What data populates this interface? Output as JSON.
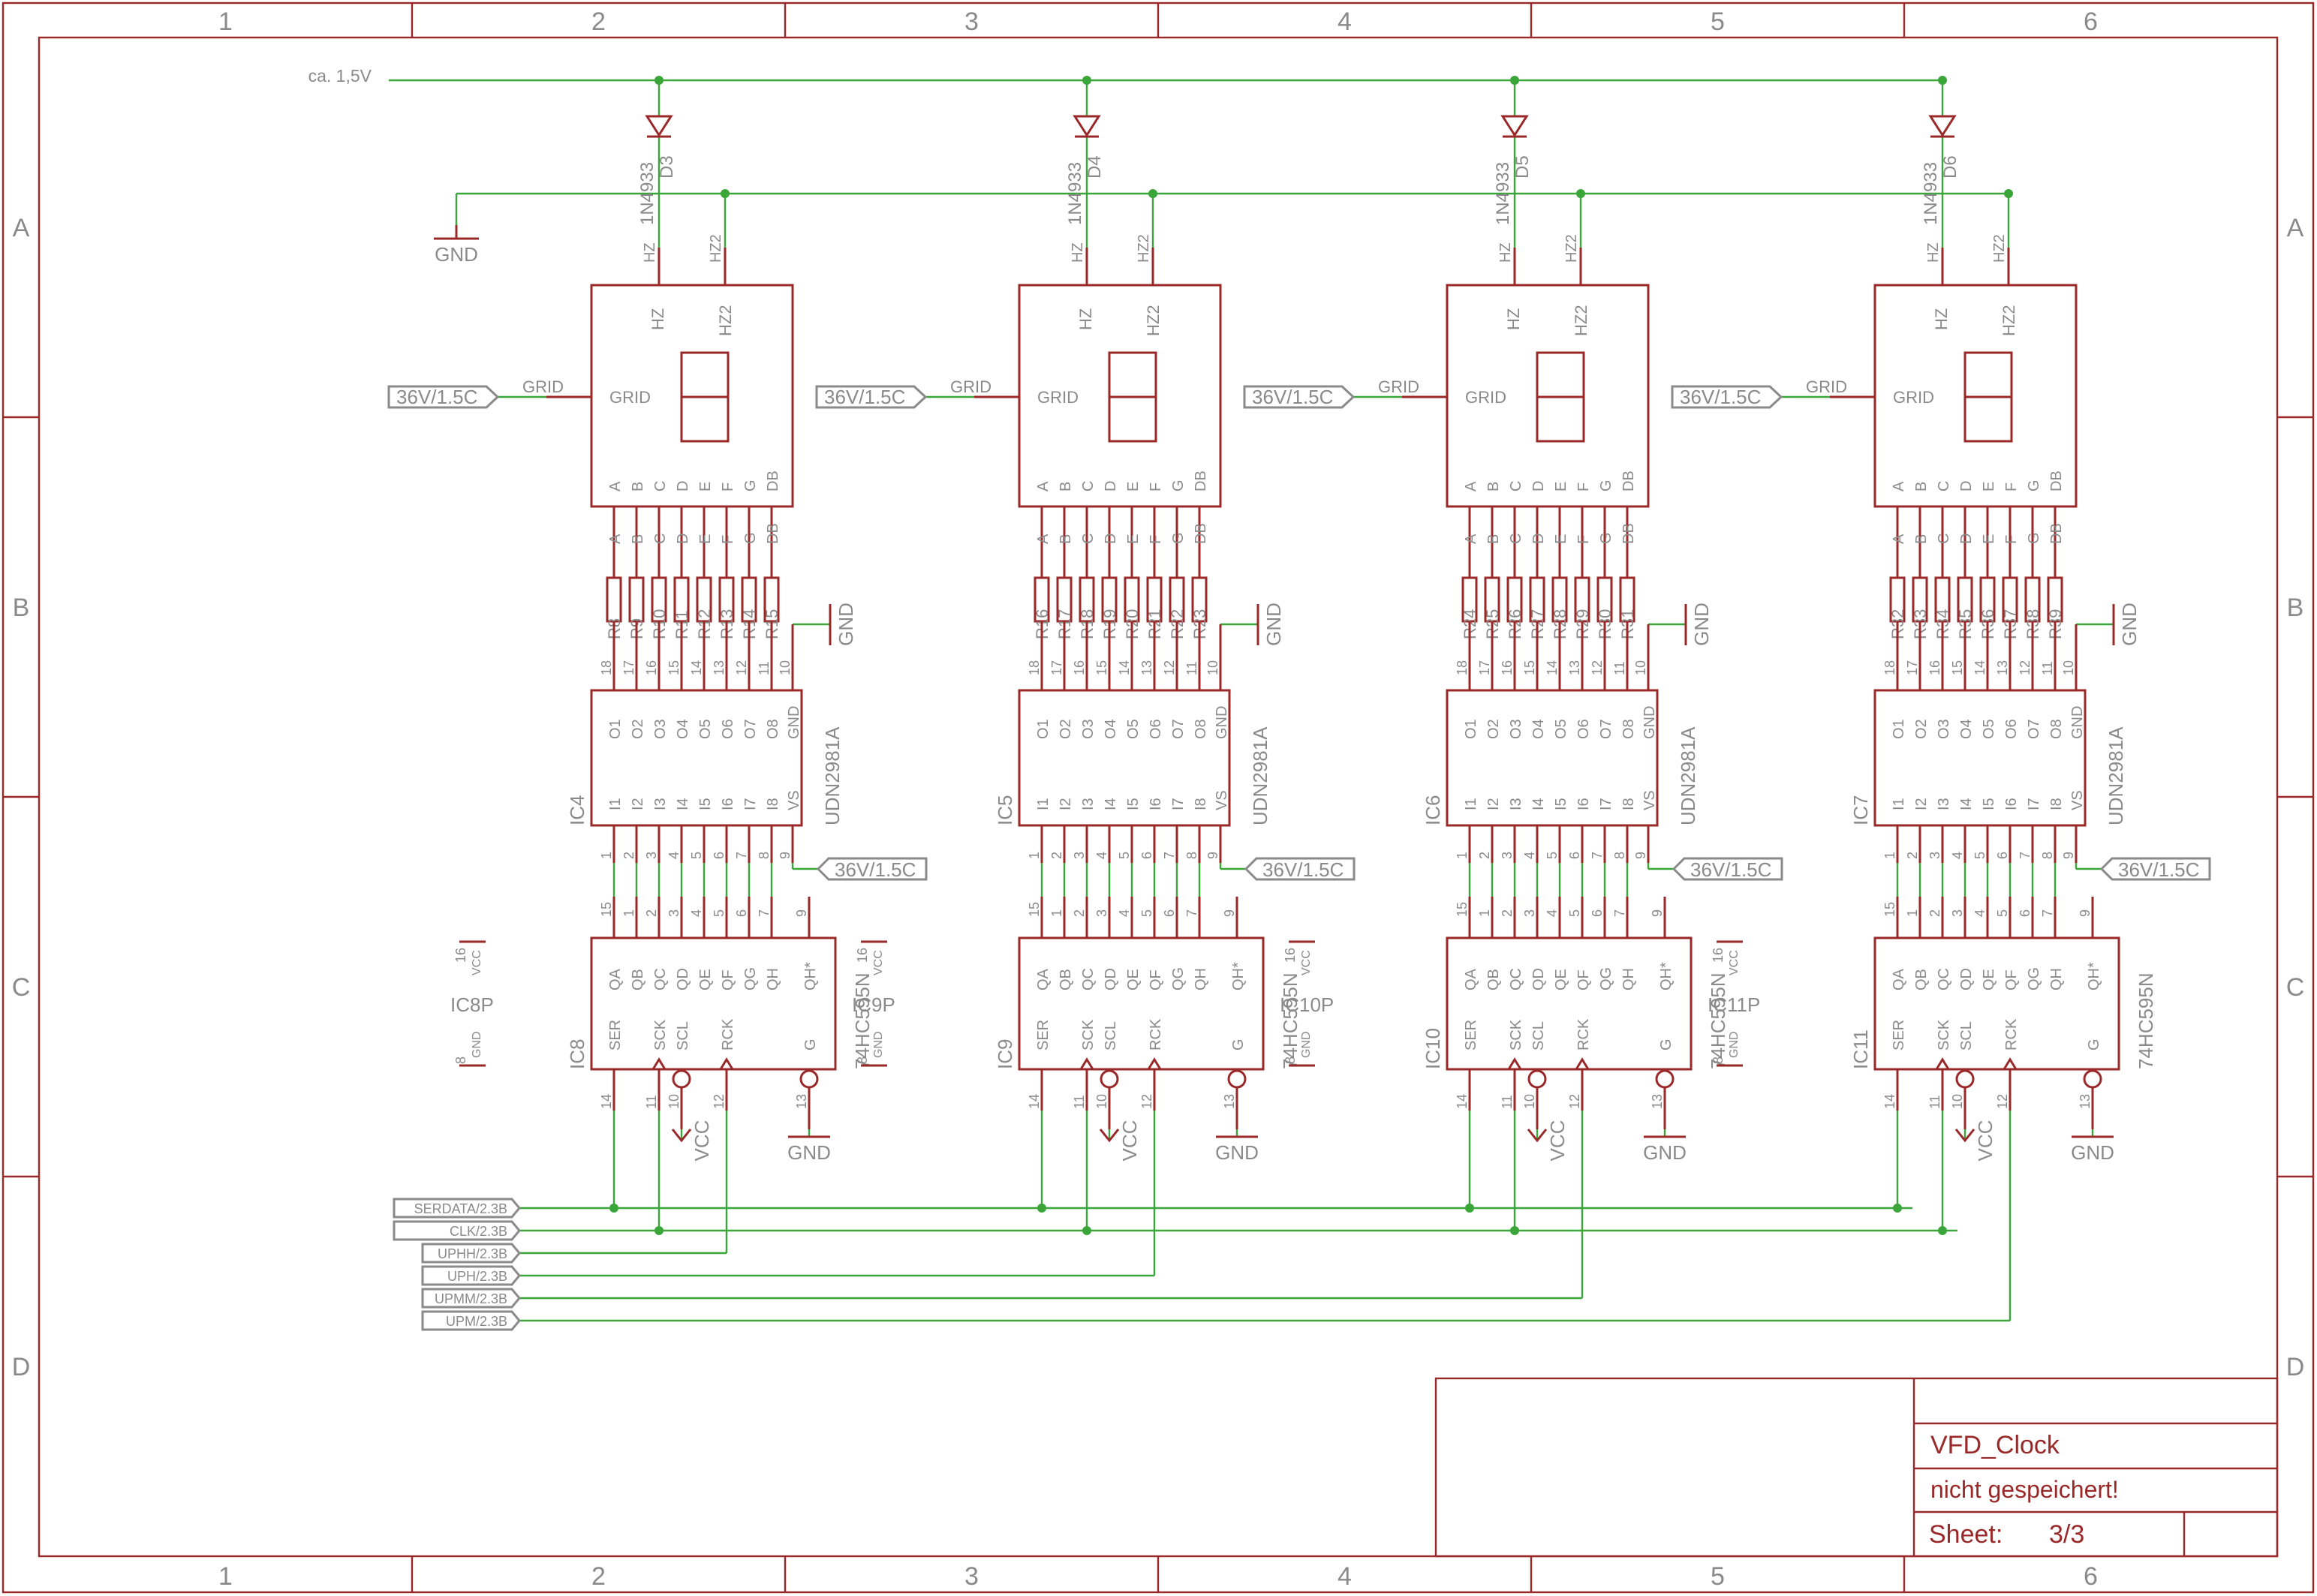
{
  "colors": {
    "symbol": "#9b2828",
    "net": "#3aa63a",
    "text": "#8a8a8a",
    "background": "#ffffff"
  },
  "frame": {
    "cols": [
      "1",
      "2",
      "3",
      "4",
      "5",
      "6"
    ],
    "rows": [
      "A",
      "B",
      "C",
      "D"
    ]
  },
  "supply_label": "ca. 1,5V",
  "gnd": "GND",
  "vcc": "VCC",
  "grid_label": "36V/1.5C",
  "grid_net": "GRID",
  "pin_grid": "GRID",
  "pin_hz": "HZ",
  "pin_hz2": "HZ2",
  "diode_value": "1N4933",
  "display_pins": [
    "A",
    "B",
    "C",
    "D",
    "E",
    "F",
    "G",
    "DB"
  ],
  "udn_value": "UDN2981A",
  "udn_out_names": [
    "O1",
    "O2",
    "O3",
    "O4",
    "O5",
    "O6",
    "O7",
    "O8",
    "GND"
  ],
  "udn_out_nums": [
    "18",
    "17",
    "16",
    "15",
    "14",
    "13",
    "12",
    "11",
    "10"
  ],
  "udn_in_names": [
    "I1",
    "I2",
    "I3",
    "I4",
    "I5",
    "I6",
    "I7",
    "I8",
    "VS"
  ],
  "udn_in_nums": [
    "1",
    "2",
    "3",
    "4",
    "5",
    "6",
    "7",
    "8",
    "9"
  ],
  "sr_value": "74HC595N",
  "sr_out_names": [
    "QA",
    "QB",
    "QC",
    "QD",
    "QE",
    "QF",
    "QG",
    "QH",
    "QH*"
  ],
  "sr_out_nums": [
    "15",
    "1",
    "2",
    "3",
    "4",
    "5",
    "6",
    "7",
    "9"
  ],
  "sr_in_names": [
    "SER",
    "SCK",
    "SCL",
    "RCK",
    "G"
  ],
  "sr_in_nums": [
    "14",
    "11",
    "10",
    "12",
    "13"
  ],
  "power_pin_vcc_num": "16",
  "power_pin_gnd_num": "8",
  "digits": [
    {
      "diode": "D3",
      "udn": "IC4",
      "sr": "IC8",
      "pwr": "IC8P",
      "resistors": [
        "R8",
        "R9",
        "R10",
        "R11",
        "R12",
        "R13",
        "R14",
        "R15"
      ]
    },
    {
      "diode": "D4",
      "udn": "IC5",
      "sr": "IC9",
      "pwr": "IC9P",
      "resistors": [
        "R16",
        "R17",
        "R18",
        "R19",
        "R20",
        "R21",
        "R22",
        "R23"
      ]
    },
    {
      "diode": "D5",
      "udn": "IC6",
      "sr": "IC10",
      "pwr": "IC10P",
      "resistors": [
        "R24",
        "R25",
        "R26",
        "R27",
        "R28",
        "R29",
        "R30",
        "R31"
      ]
    },
    {
      "diode": "D6",
      "udn": "IC7",
      "sr": "IC11",
      "pwr": "IC11P",
      "resistors": [
        "R32",
        "R33",
        "R34",
        "R35",
        "R36",
        "R37",
        "R38",
        "R39"
      ]
    }
  ],
  "bus_labels": [
    "SERDATA/2.3B",
    "CLK/2.3B",
    "UPHH/2.3B",
    "UPH/2.3B",
    "UPMM/2.3B",
    "UPM/2.3B"
  ],
  "title_block": {
    "title": "VFD_Clock",
    "status": "nicht gespeichert!",
    "sheet_label": "Sheet:",
    "sheet_value": "3/3"
  }
}
